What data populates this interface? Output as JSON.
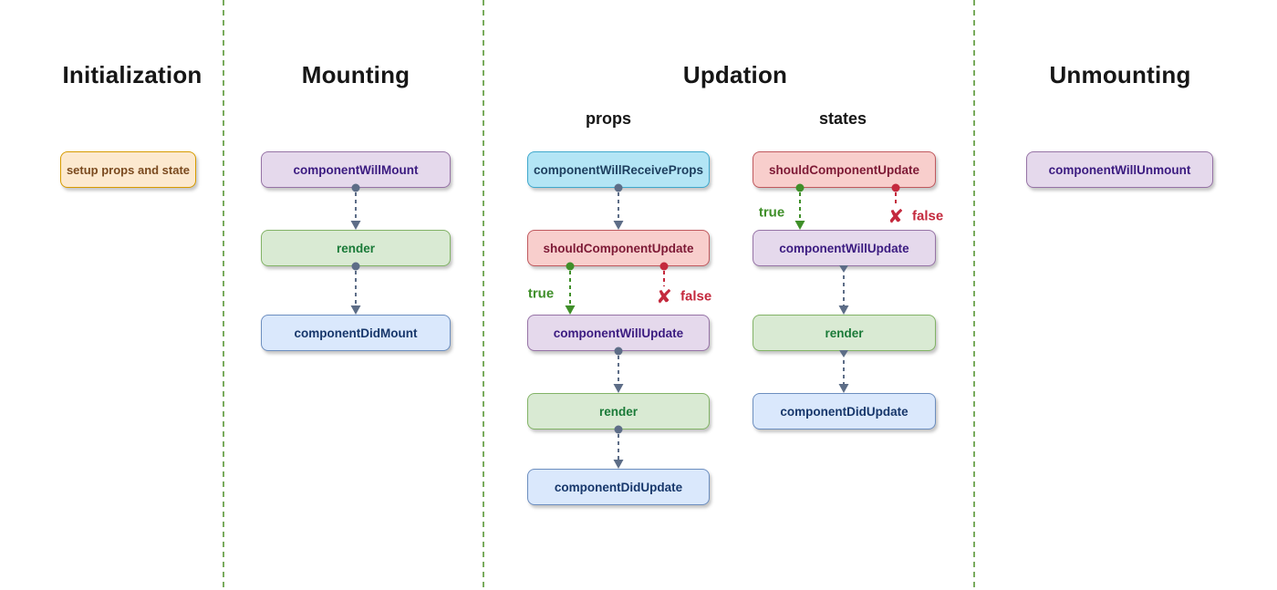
{
  "sections": {
    "initialization": {
      "title": "Initialization",
      "setup_box": "setup props and state"
    },
    "mounting": {
      "title": "Mounting",
      "component_will_mount": "componentWillMount",
      "render": "render",
      "component_did_mount": "componentDidMount"
    },
    "updation": {
      "title": "Updation",
      "props_label": "props",
      "states_label": "states",
      "props_flow": {
        "component_will_receive_props": "componentWillReceiveProps",
        "should_component_update": "shouldComponentUpdate",
        "component_will_update": "componentWillUpdate",
        "render": "render",
        "component_did_update": "componentDidUpdate",
        "true_label": "true",
        "false_label": "false"
      },
      "states_flow": {
        "should_component_update": "shouldComponentUpdate",
        "component_will_update": "componentWillUpdate",
        "render": "render",
        "component_did_update": "componentDidUpdate",
        "true_label": "true",
        "false_label": "false"
      }
    },
    "unmounting": {
      "title": "Unmounting",
      "component_will_unmount": "componentWillUnmount"
    }
  },
  "icons": {
    "false_cross": "✘"
  },
  "colors": {
    "divider_green": "#79ab5d",
    "box_orange_fill": "#fce9cf",
    "box_orange_border": "#d79b00",
    "box_orange_text": "#7a4a1f",
    "box_purple_fill": "#e5d9ec",
    "box_purple_border": "#9673a6",
    "box_purple_text": "#3b1b80",
    "box_green_fill": "#d9ead3",
    "box_green_border": "#82b366",
    "box_green_text": "#1a7a38",
    "box_blue_fill": "#dae8fc",
    "box_blue_border": "#6c8ebf",
    "box_blue_text": "#17376b",
    "box_cyan_fill": "#b3e5f5",
    "box_cyan_border": "#3fa8cc",
    "box_cyan_text": "#1d3e5e",
    "box_red_fill": "#f8cecc",
    "box_red_border": "#c0595e",
    "box_red_text": "#7d1935",
    "connector_gray": "#5d6d87",
    "connector_green": "#3f8f29",
    "connector_red": "#c4293d"
  }
}
